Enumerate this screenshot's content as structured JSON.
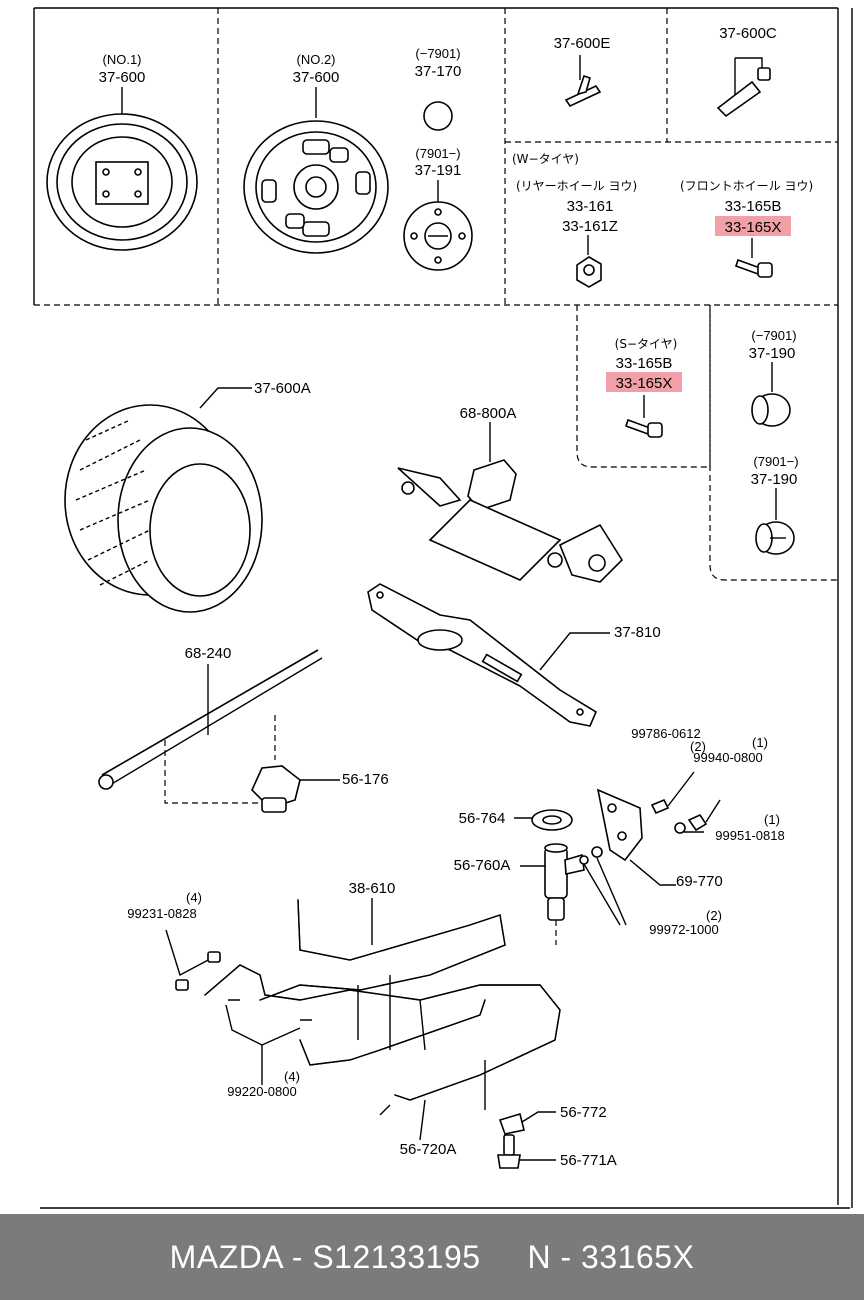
{
  "labels": {
    "l1_no": "(NO.1)",
    "l1_code": "37-600",
    "l2_no": "(NO.2)",
    "l2_code": "37-600",
    "l3_range": "(−7901)",
    "l3_code": "37-170",
    "l4_range": "(7901−)",
    "l4_code": "37-191",
    "l5_code": "37-600E",
    "l6_code": "37-600C",
    "w_tire": "(W−タイヤ)",
    "rear_wheel": "(リヤーホイール ヨウ)",
    "front_wheel": "(フロントホイール ヨウ)",
    "c33_161": "33-161",
    "c33_161z": "33-161Z",
    "c33_165b_a": "33-165B",
    "c33_165x_a": "33-165X",
    "s_tire": "(S−タイヤ)",
    "c33_165b_b": "33-165B",
    "c33_165x_b": "33-165X",
    "r190a": "(−7901)",
    "c190a": "37-190",
    "r190b": "(7901−)",
    "c190b": "37-190",
    "c600a": "37-600A",
    "c800a": "68-800A",
    "c810": "37-810",
    "c240": "68-240",
    "c176": "56-176",
    "q97860612": "(2)",
    "c97860612": "99786-0612",
    "q99400800": "(1)",
    "c99400800": "99940-0800",
    "q99510818": "(1)",
    "c99510818": "99951-0818",
    "c764": "56-764",
    "c760a": "56-760A",
    "c770": "69-770",
    "q99721000": "(2)",
    "c99721000": "99972-1000",
    "c610": "38-610",
    "q99231": "(4)",
    "c99231": "99231-0828",
    "q99220": "(4)",
    "c99220": "99220-0800",
    "c772": "56-772",
    "c771a": "56-771A",
    "c720a": "56-720A"
  },
  "footer": {
    "brand": "MAZDA - S12133195",
    "part": "N - 33165X"
  },
  "colors": {
    "highlight": "#f2a0a8",
    "footer_bg": "#7b7b7b"
  }
}
